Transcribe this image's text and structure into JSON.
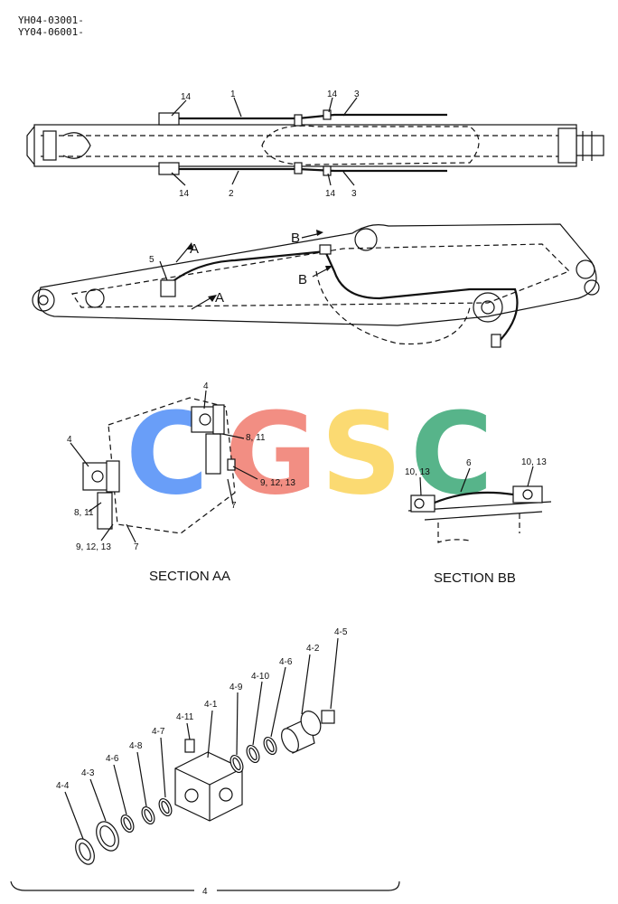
{
  "header": {
    "line1": "YH04-03001-",
    "line2": "YY04-06001-"
  },
  "callouts_top": {
    "c14a": "14",
    "c1": "1",
    "c14b": "14",
    "c3a": "3",
    "c14c": "14",
    "c2": "2",
    "c14d": "14",
    "c3b": "3"
  },
  "callouts_side": {
    "c5": "5",
    "A1": "A",
    "A2": "A",
    "B1": "B",
    "B2": "B"
  },
  "section_aa": {
    "title": "SECTION AA",
    "c4a": "4",
    "c4b": "4",
    "c811a": "8, 11",
    "c91213a": "9, 12, 13",
    "c7a": "7",
    "c811b": "8, 11",
    "c91213b": "9, 12, 13",
    "c7b": "7"
  },
  "section_bb": {
    "title": "SECTION BB",
    "c1013a": "10, 13",
    "c6": "6",
    "c1013b": "10, 13"
  },
  "exploded": {
    "p45": "4-5",
    "p42": "4-2",
    "p46a": "4-6",
    "p410": "4-10",
    "p49": "4-9",
    "p41": "4-1",
    "p411": "4-11",
    "p47": "4-7",
    "p48": "4-8",
    "p46b": "4-6",
    "p43": "4-3",
    "p44": "4-4",
    "assembly": "4"
  },
  "watermark": {
    "letters": [
      "C",
      "G",
      "S",
      "C"
    ],
    "colors": [
      "#4f8ef7",
      "#f07b6e",
      "#fbd45a",
      "#3aa876"
    ]
  }
}
